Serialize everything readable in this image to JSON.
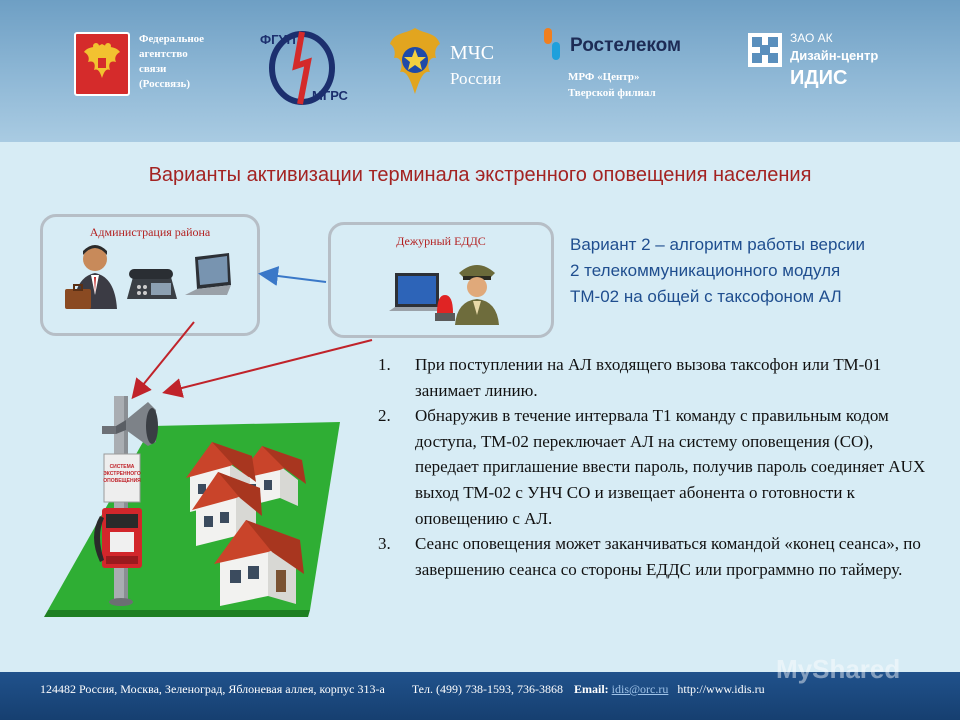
{
  "header": {
    "rossvyaz": {
      "lines": [
        "Федеральное",
        "агентство",
        "связи",
        "(Россвязь)"
      ]
    },
    "fgup": {
      "top": "ФГУП",
      "bottom": "МГРС"
    },
    "mchs": {
      "line1": "МЧС",
      "line2": "России"
    },
    "rostelecom": {
      "name": "Ростелеком",
      "sub1": "МРФ «Центр»",
      "sub2": "Тверской филиал"
    },
    "idis": {
      "line1": "ЗАО АК",
      "line2": "Дизайн-центр",
      "line3": "ИДИС"
    }
  },
  "title": "Варианты активизации терминала экстренного оповещения населения",
  "box_admin": {
    "label": "Администрация района"
  },
  "box_edds": {
    "label": "Дежурный ЕДДС"
  },
  "variant": {
    "lines": [
      "Вариант 2 – алгоритм работы версии",
      "2 телекоммуникационного модуля",
      "ТМ-02 на общей с таксофоном АЛ"
    ]
  },
  "steps": [
    {
      "num": "1.",
      "text": "При поступлении на АЛ входящего вызова таксофон или ТМ-01 занимает линию."
    },
    {
      "num": "2.",
      "text": "Обнаружив в течение интервала Т1 команду с правильным кодом доступа, ТМ-02 переключает АЛ на систему оповещения (СО), передает приглашение ввести пароль, получив пароль соединяет AUX выход ТМ-02 с УНЧ СО и извещает абонента о готовности к оповещению с АЛ."
    },
    {
      "num": "3.",
      "text": "Сеанс оповещения может заканчиваться командой «конец сеанса», по завершению сеанса со стороны ЕДДС или программно по таймеру."
    }
  ],
  "scene": {
    "box_sign": [
      "СИСТЕМА",
      "ЭКСТРЕННОГО",
      "ОПОВЕЩЕНИЯ"
    ]
  },
  "footer": {
    "address": "124482 Россия, Москва, Зеленоград, Яблоневая аллея, корпус 313-а",
    "tel": "Тел. (499) 738-1593, 736-3868",
    "email_label": "Email:",
    "email_value": "idis@orc.ru",
    "web": "http://www.idis.ru"
  },
  "watermark": "MyShared",
  "colors": {
    "title": "#a32322",
    "variant": "#1f4e8f",
    "arrow": "#c0232a",
    "arrow_blue": "#3a78c8",
    "header": "#8fb8d6",
    "footer": "#1b4a80",
    "background": "#d7ecf5"
  }
}
